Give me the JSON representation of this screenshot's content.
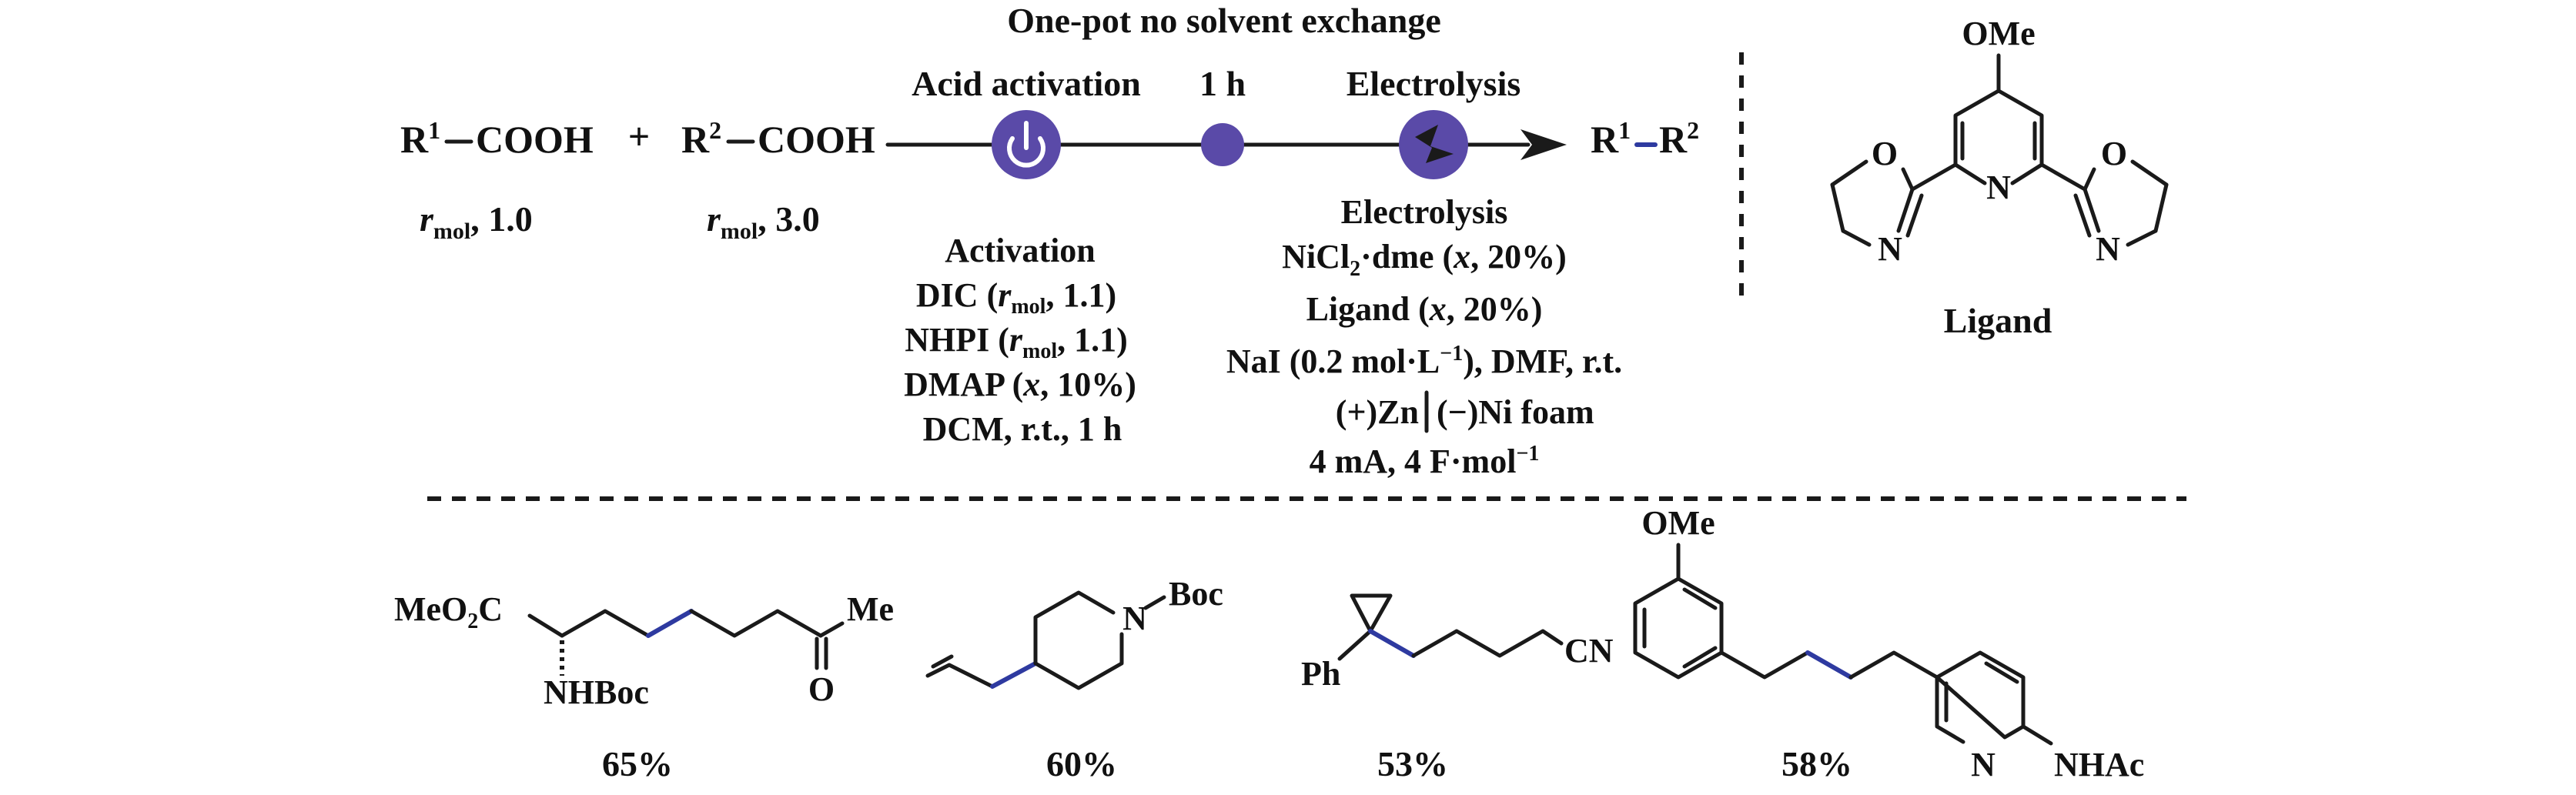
{
  "header": "One-pot no solvent exchange",
  "reactants": {
    "r1": {
      "label": "R",
      "sup": "1",
      "group": "COOH",
      "ratio_prefix": "r",
      "ratio_sub": "mol",
      "ratio_value": ", 1.0"
    },
    "plus": "+",
    "r2": {
      "label": "R",
      "sup": "2",
      "group": "COOH",
      "ratio_prefix": "r",
      "ratio_sub": "mol",
      "ratio_value": ", 3.0"
    }
  },
  "stages": {
    "acid_activation": "Acid activation",
    "time": "1 h",
    "electrolysis": "Electrolysis"
  },
  "product": {
    "r1": "R",
    "r1_sup": "1",
    "r2": "R",
    "r2_sup": "2"
  },
  "activation": {
    "title": "Activation",
    "dic": {
      "name": "DIC (",
      "r": "r",
      "sub": "mol",
      "tail": ", 1.1)"
    },
    "nhpi": {
      "name": "NHPI (",
      "r": "r",
      "sub": "mol",
      "tail": ", 1.1)"
    },
    "dmap": {
      "name": "DMAP (",
      "x": "x",
      "tail": ", 10%)"
    },
    "dcm": "DCM, r.t., 1 h"
  },
  "electrolysis": {
    "title": "Electrolysis",
    "nicl_a": "NiCl",
    "nicl_sub": "2",
    "nicl_b": "·dme (",
    "nicl_x": "x",
    "nicl_tail": ", 20%)",
    "ligand_a": "Ligand (",
    "ligand_x": "x",
    "ligand_tail": ", 20%)",
    "nai_a": "NaI (0.2 mol·L",
    "nai_sup": "−1",
    "nai_b": "), DMF, r.t.",
    "zn": "(+)Zn",
    "ni": "(−)Ni foam",
    "current_a": "4 mA, 4 F·mol",
    "current_sup": "−1"
  },
  "ligand": {
    "ome": "OMe",
    "n_py": "N",
    "o_left": "O",
    "n_left": "N",
    "o_right": "O",
    "n_right": "N",
    "caption": "Ligand"
  },
  "examples": [
    {
      "yield": "65%",
      "meo2c_a": "MeO",
      "meo2c_sub": "2",
      "meo2c_b": "C",
      "nhboc": "NHBoc",
      "me": "Me",
      "o": "O"
    },
    {
      "yield": "60%",
      "n": "N",
      "boc": "Boc"
    },
    {
      "yield": "53%",
      "ph": "Ph",
      "cn": "CN"
    },
    {
      "yield": "58%",
      "ome": "OMe",
      "n": "N",
      "nhac": "NHAc"
    }
  ],
  "colors": {
    "accent": "#5a4aa8",
    "bond_highlight": "#2e3aa0",
    "text": "#111111"
  },
  "icons": [
    "power-icon",
    "timer-dot-icon",
    "lightning-icon"
  ]
}
